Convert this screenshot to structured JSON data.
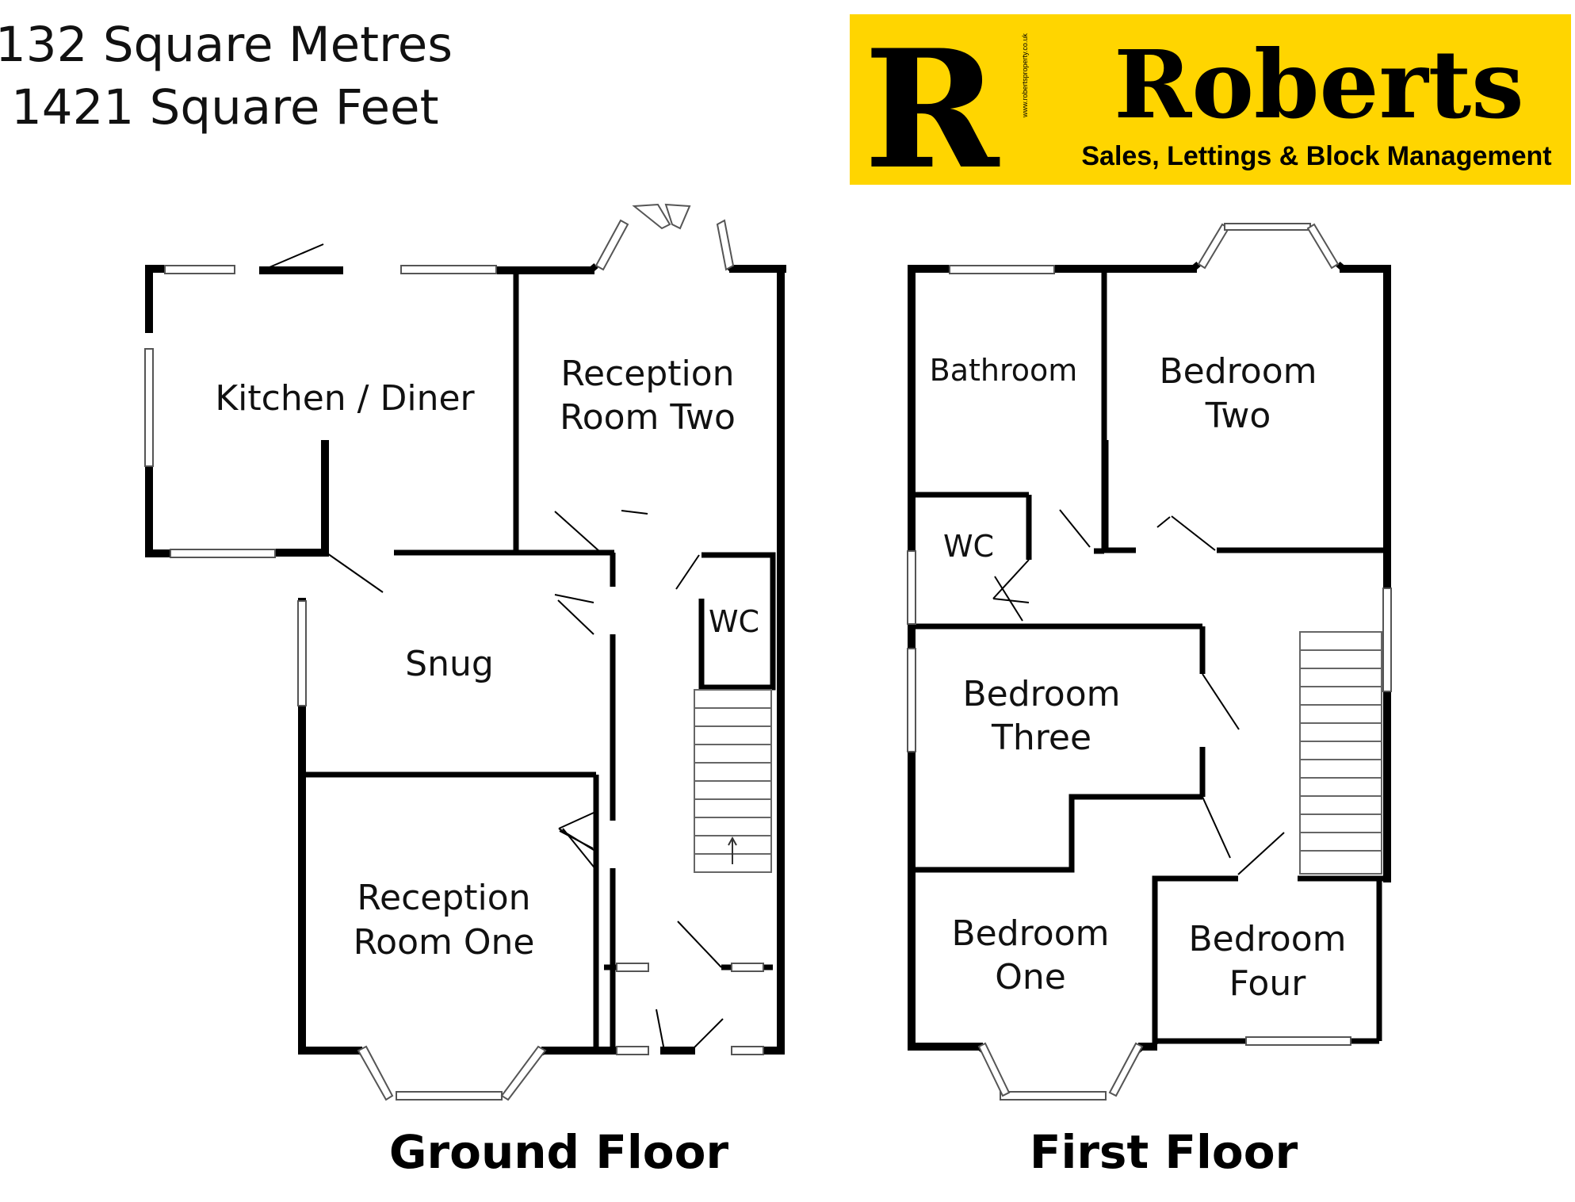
{
  "area": {
    "metres": "132 Square Metres",
    "feet": "1421 Square Feet"
  },
  "logo": {
    "letter": "R",
    "name": "Roberts",
    "tagline": "Sales, Lettings & Block Management",
    "url": "www.robertsproperty.co.uk",
    "background": "#FFD500",
    "ink": "#000000"
  },
  "floors": {
    "ground": {
      "title": "Ground Floor",
      "rooms": {
        "kitchen": "Kitchen / Diner",
        "reception2_a": "Reception",
        "reception2_b": "Room Two",
        "wc": "WC",
        "snug": "Snug",
        "reception1_a": "Reception",
        "reception1_b": "Room One"
      }
    },
    "first": {
      "title": "First Floor",
      "rooms": {
        "bathroom": "Bathroom",
        "bedroom2_a": "Bedroom",
        "bedroom2_b": "Two",
        "wc": "WC",
        "bedroom3_a": "Bedroom",
        "bedroom3_b": "Three",
        "bedroom1_a": "Bedroom",
        "bedroom1_b": "One",
        "bedroom4_a": "Bedroom",
        "bedroom4_b": "Four"
      }
    }
  }
}
